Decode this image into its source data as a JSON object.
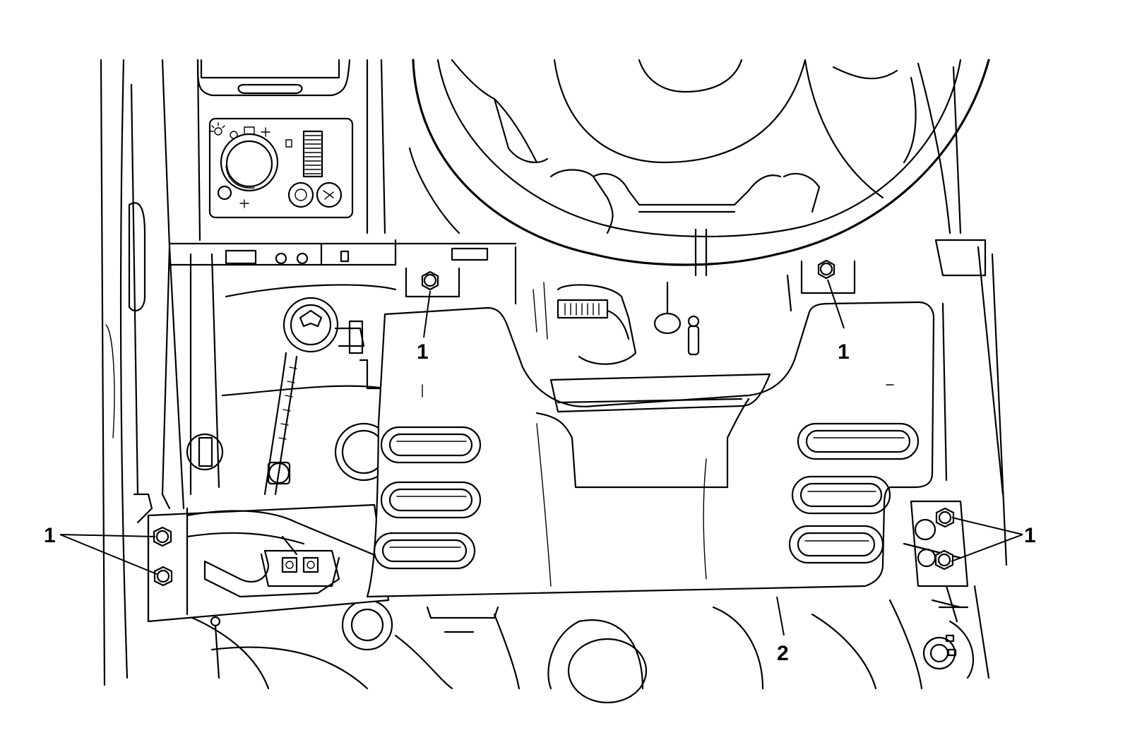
{
  "diagram": {
    "callouts": [
      {
        "id": "fastener-top-left",
        "label": "1"
      },
      {
        "id": "fastener-top-right",
        "label": "1"
      },
      {
        "id": "fasteners-left-pair",
        "label": "1"
      },
      {
        "id": "fasteners-right-pair",
        "label": "1"
      },
      {
        "id": "knee-bolster-panel",
        "label": "2"
      }
    ]
  }
}
